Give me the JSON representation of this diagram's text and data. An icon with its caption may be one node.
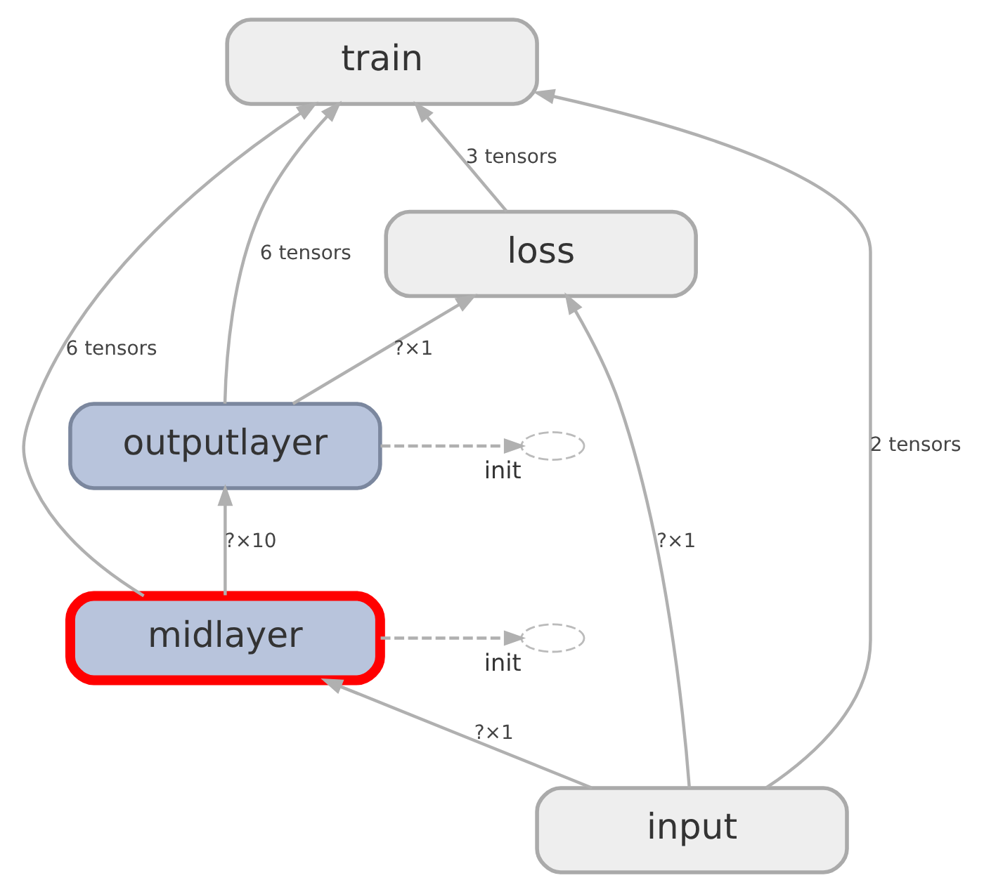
{
  "diagram": {
    "nodes": [
      {
        "text": [
          "train"
        ]
      },
      {
        "text": [
          "loss"
        ]
      },
      {
        "text": [
          "outputlayer"
        ]
      },
      {
        "text": [],
        "shape": "ellipse",
        "beside": [
          "init"
        ]
      },
      {
        "text": [
          "midlayer"
        ]
      },
      {
        "text": [],
        "shape": "ellipse",
        "beside": [
          "init"
        ]
      },
      {
        "text": [
          "input"
        ]
      }
    ],
    "edges": [
      {
        "from": 1,
        "to": 0,
        "arrow": "to",
        "label": "3 tensors"
      },
      {
        "from": 2,
        "to": 0,
        "arrow": "to",
        "label": "6 tensors"
      },
      {
        "from": 4,
        "to": 0,
        "arrow": "to",
        "label": "6 tensors"
      },
      {
        "from": 6,
        "to": 0,
        "arrow": "to",
        "label": "2 tensors"
      },
      {
        "from": 2,
        "to": 1,
        "arrow": "to",
        "label": "?×1"
      },
      {
        "from": 6,
        "to": 1,
        "arrow": "to",
        "label": "?×1"
      },
      {
        "from": 4,
        "to": 2,
        "arrow": "to",
        "label": "?×10"
      },
      {
        "from": 6,
        "to": 4,
        "arrow": "to",
        "label": "?×1"
      },
      {
        "from": 2,
        "to": 3,
        "arrow": "to",
        "style": "dashed"
      },
      {
        "from": 4,
        "to": 5,
        "arrow": "to",
        "style": "dashed"
      }
    ]
  }
}
